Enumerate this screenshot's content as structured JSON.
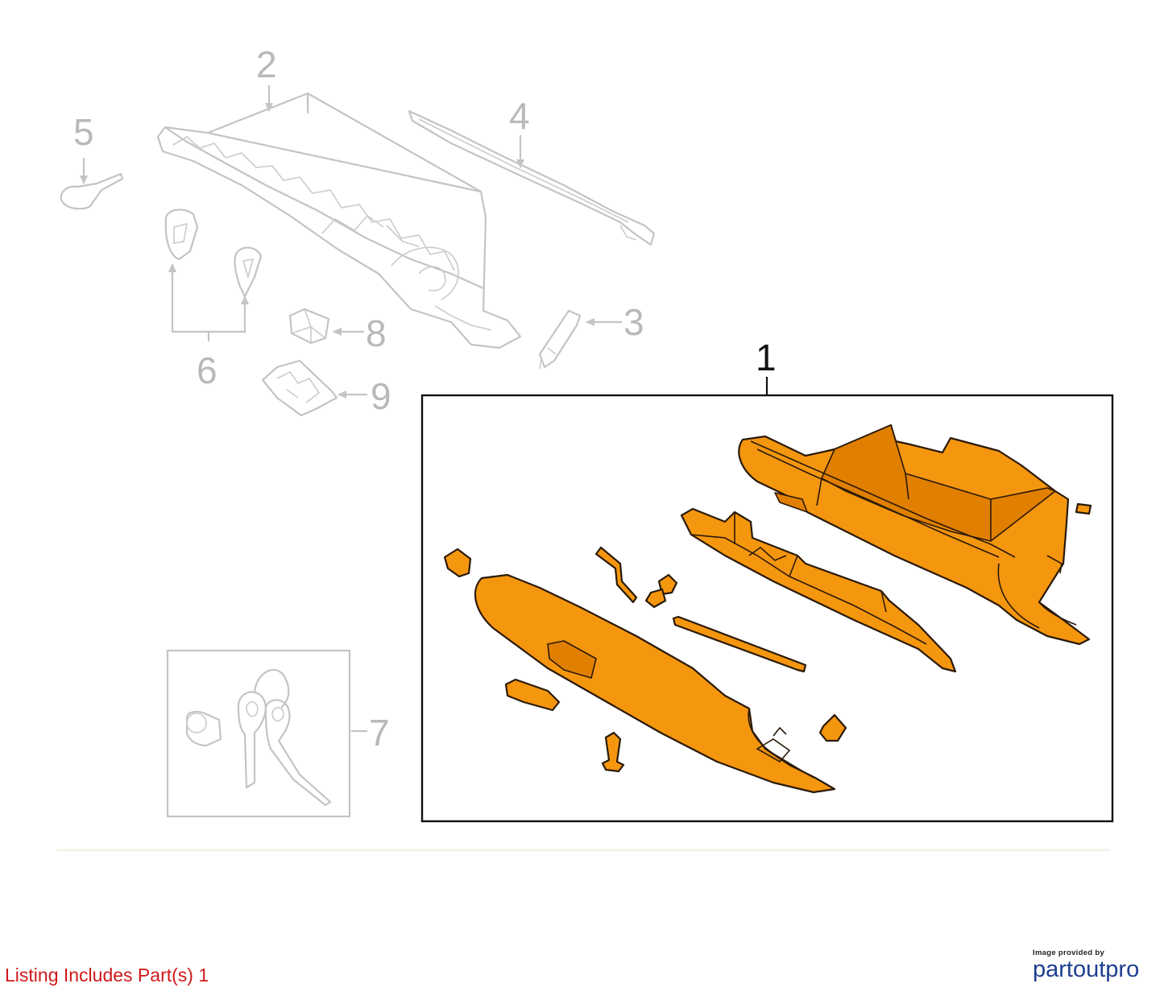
{
  "callouts": {
    "c1": "1",
    "c2": "2",
    "c3": "3",
    "c4": "4",
    "c5": "5",
    "c6": "6",
    "c7": "7",
    "c8": "8",
    "c9": "9"
  },
  "footer": {
    "listing_text": "Listing Includes Part(s) 1"
  },
  "branding": {
    "caption": "Image provided by",
    "name": "partoutpro"
  },
  "colors": {
    "highlight_part": "#f5960f",
    "ghost_part": "#c4c4c4",
    "footer_text": "#d0191b",
    "brand_name": "#1d3f8f"
  }
}
